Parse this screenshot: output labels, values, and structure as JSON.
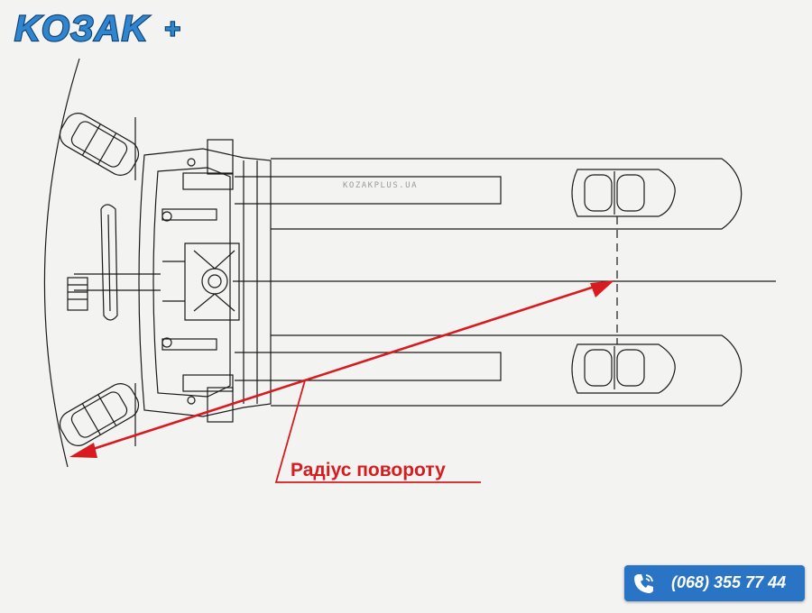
{
  "brand": {
    "logo_text": "KOЗAK",
    "logo_plus": "+",
    "watermark": "KOZAKPLUS.UA"
  },
  "diagram": {
    "radius_label": "Радіус повороту"
  },
  "contact": {
    "phone": "(068) 355 77 44",
    "icon": "phone-icon"
  },
  "colors": {
    "drawing_line": "#1a1a1a",
    "annotation_red": "#d71b1f",
    "badge_blue": "#2a74c5",
    "logo_blue": "#2f86cf",
    "background": "#f3f3f2"
  }
}
